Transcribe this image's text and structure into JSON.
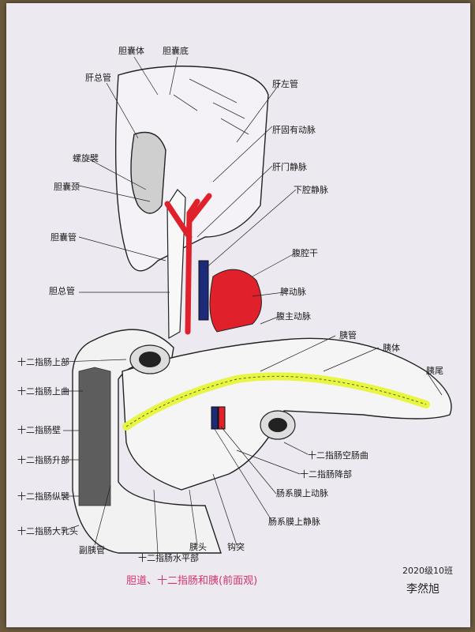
{
  "labels": {
    "gallbladder_body": "胆囊体",
    "gallbladder_fundus": "胆囊底",
    "hepatic_duct": "肝总管",
    "common_hepatic_duct": "肝左管",
    "proper_hepatic_artery": "肝固有动脉",
    "spiral_fold": "螺旋襞",
    "portal_vein": "肝门静脉",
    "gallbladder_neck": "胆囊颈",
    "ivc": "下腔静脉",
    "cystic_duct": "胆囊管",
    "celiac_trunk": "腹腔干",
    "common_bile_duct": "胆总管",
    "splenic_artery": "脾动脉",
    "abdominal_aorta": "腹主动脉",
    "superior_duodenum": "十二指肠上部",
    "pancreatic_duct": "胰管",
    "pancreas_body": "胰体",
    "pancreas_tail": "胰尾",
    "superior_duodenal_flexure": "十二指肠上曲",
    "duodenal_wall": "十二指肠壁",
    "duodenojejunal_flexure": "十二指肠空肠曲",
    "descending_duodenum": "十二指肠降部",
    "ascending_duodenum": "十二指肠升部",
    "longitudinal_fold": "十二指肠纵襞",
    "superior_mesenteric_artery": "肠系膜上动脉",
    "major_papilla": "十二指肠大乳头",
    "superior_mesenteric_vein": "肠系膜上静脉",
    "accessory_pancreatic_duct": "副胰管",
    "horizontal_duodenum": "十二指肠水平部",
    "pancreas_head": "胰头",
    "uncinate_process": "钩突"
  },
  "caption": "胆道、十二指肠和胰(前面观)",
  "class_info": "2020级10班",
  "signature": "李然旭",
  "colors": {
    "artery": "#e0202a",
    "vein": "#1c2a7a",
    "duct": "#e8f542",
    "caption": "#d6336c"
  }
}
